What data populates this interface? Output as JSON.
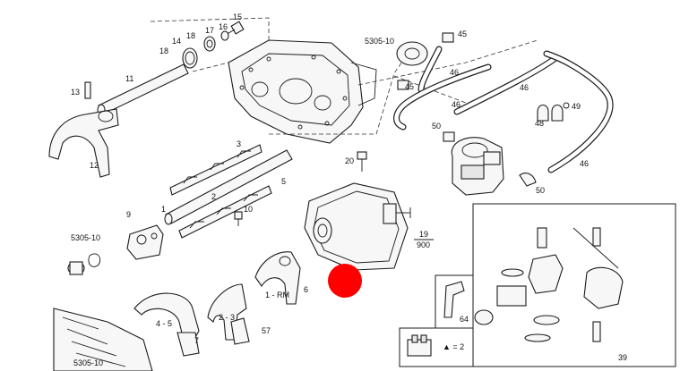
{
  "callouts": {
    "c15": "15",
    "c17": "17",
    "c16": "16",
    "c14": "14",
    "c18a": "18",
    "c18b": "18",
    "c11": "11",
    "c13": "13",
    "c12": "12",
    "ref_top": "5305-10",
    "c45a": "45",
    "c45b": "45",
    "c46a": "46",
    "c46b": "46",
    "c46c": "46",
    "c46d": "46",
    "c49": "49",
    "c48": "48",
    "c50a": "50",
    "c50b": "50",
    "c3": "3",
    "c1": "1",
    "c5": "5",
    "c2": "2",
    "c10": "10",
    "c9": "9",
    "c20": "20",
    "ref_left": "5305-10",
    "c19": "19",
    "c900": "900",
    "c6": "6",
    "c1rm": "1 - RM",
    "c45": "4 - 5",
    "c23": "2 - 3",
    "c7": "7",
    "c57": "57",
    "c64": "64",
    "c2box": "▲ = 2",
    "c39": "39",
    "ref_bottom": "5305-10"
  },
  "marker": {
    "color": "#ff0000"
  }
}
